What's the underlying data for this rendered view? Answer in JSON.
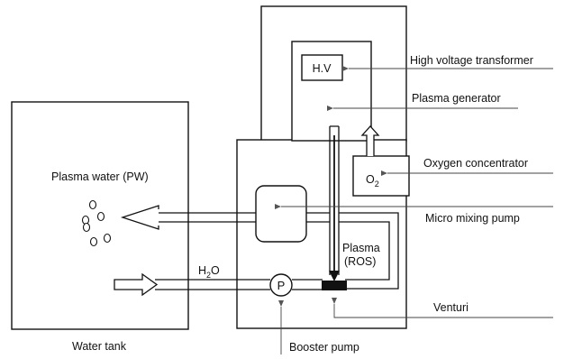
{
  "labels": {
    "hv_box": "H.V",
    "high_voltage_transformer": "High voltage transformer",
    "plasma_generator": "Plasma generator",
    "oxygen_concentrator": "Oxygen concentrator",
    "o2": "O",
    "o2_sub": "2",
    "plasma_water": "Plasma water (PW)",
    "micro_mixing_pump": "Micro mixing pump",
    "plasma_line1": "Plasma",
    "plasma_line2": "(ROS)",
    "h2o": "H",
    "h2o_sub": "2",
    "h2o_tail": "O",
    "pump_p": "P",
    "venturi": "Venturi",
    "water_tank": "Water tank",
    "booster_pump": "Booster pump"
  }
}
